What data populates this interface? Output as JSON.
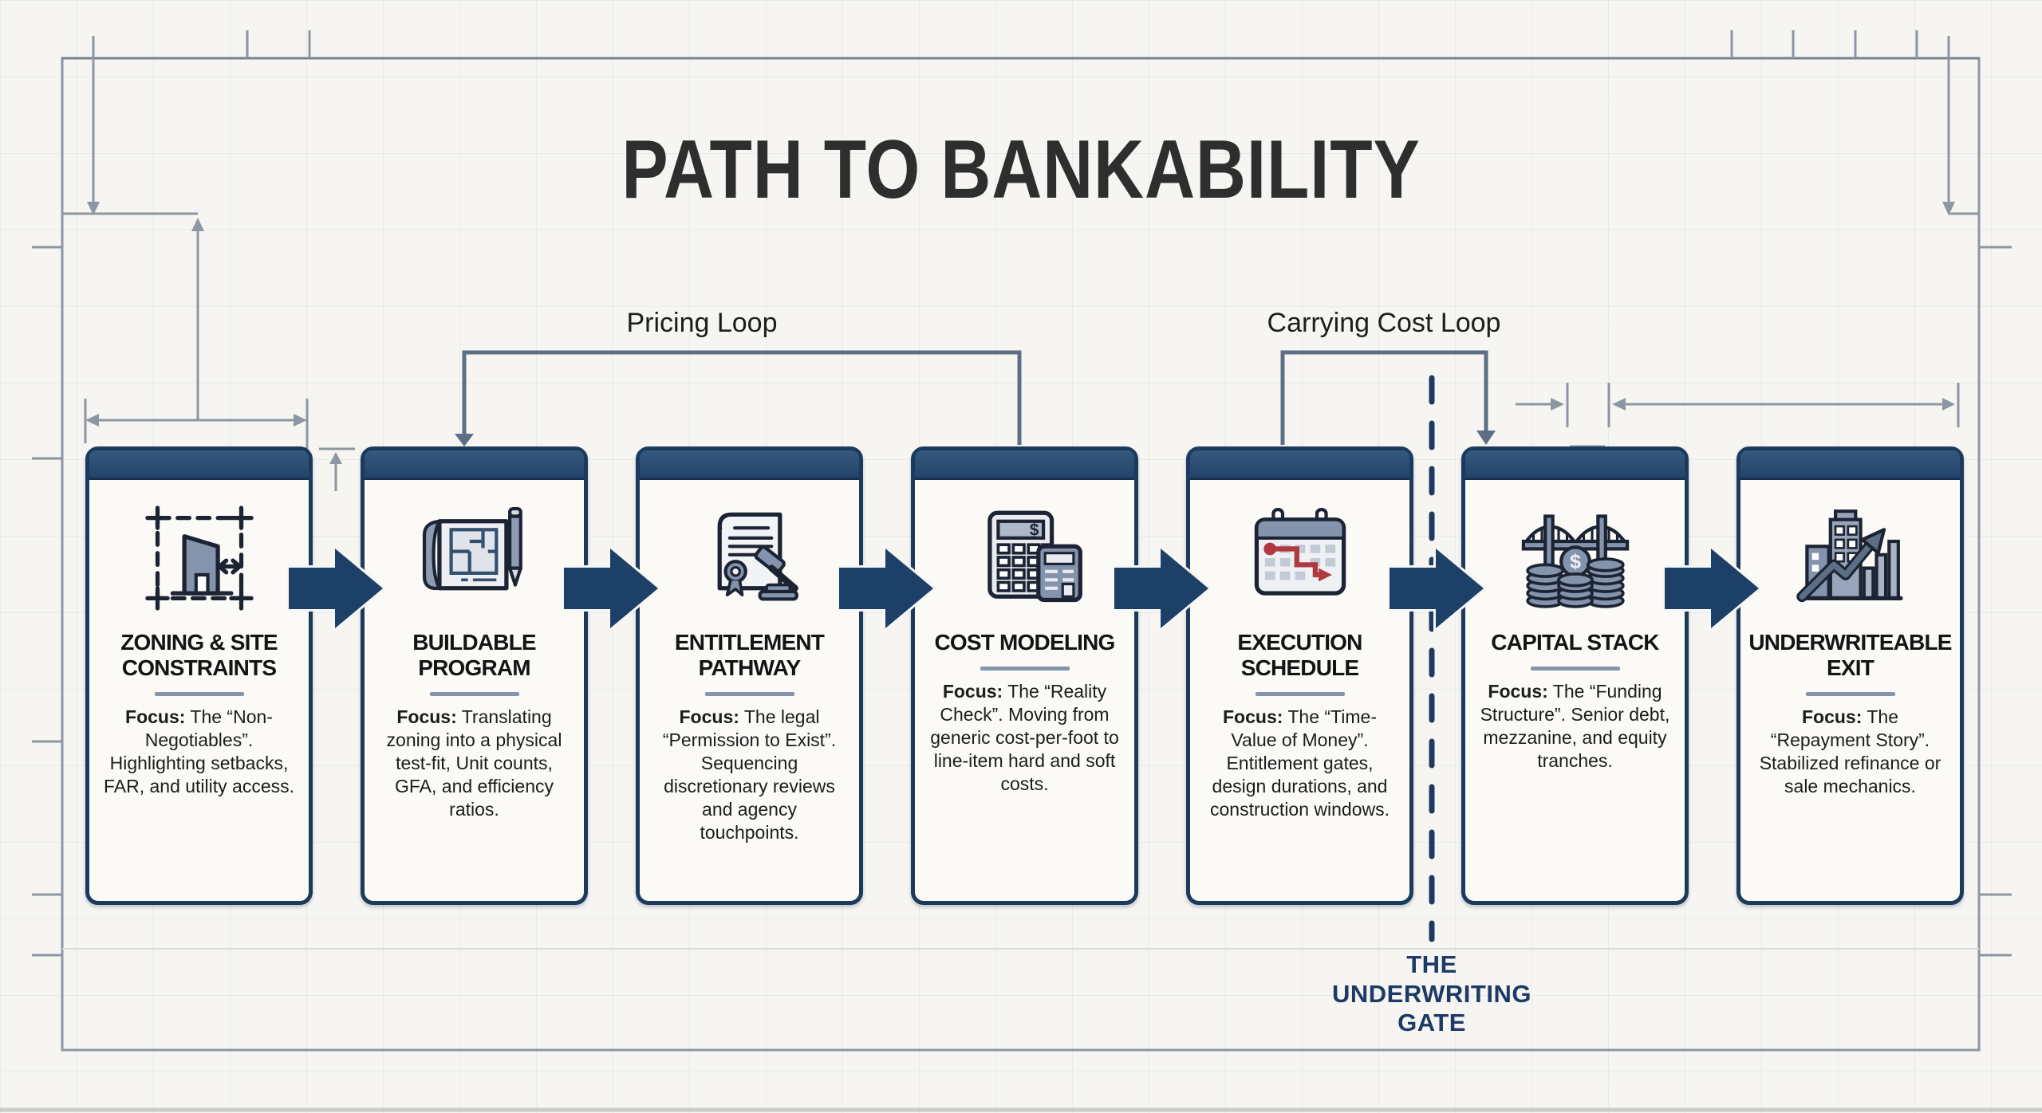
{
  "title": "PATH TO BANKABILITY",
  "loops": {
    "pricing": "Pricing Loop",
    "carrying": "Carrying Cost Loop"
  },
  "gate_label": "THE UNDERWRITING GATE",
  "colors": {
    "card_border_navy": "#1c3a5e",
    "header_navy": "#2b4d7a",
    "arrow_navy": "#1d4068",
    "loop_line_gray_blue": "#5d6f85",
    "gate_navy": "#1d3a66",
    "divider_steel": "#8494aa",
    "schedule_red": "#b0393f",
    "icon_steel_blue": "#8494ad",
    "background": "#f6f5f2"
  },
  "cards": [
    {
      "title": "ZONING & SITE CONSTRAINTS",
      "focus_label": "Focus:",
      "body": "The “Non-Negotiables”. Highlighting setbacks, FAR, and utility access.",
      "icon": "zoning-site-icon"
    },
    {
      "title": "BUILDABLE PROGRAM",
      "focus_label": "Focus:",
      "body": "Translating zoning into a physical test-fit, Unit counts, GFA, and efficiency ratios.",
      "icon": "blueprint-pencil-icon"
    },
    {
      "title": "ENTITLEMENT PATHWAY",
      "focus_label": "Focus:",
      "body": "The legal “Permission to Exist”. Sequencing discretionary reviews and agency touchpoints.",
      "icon": "document-gavel-icon"
    },
    {
      "title": "COST MODELING",
      "focus_label": "Focus:",
      "body": "The “Reality Check”. Moving from generic cost-per-foot to line-item hard and soft costs.",
      "icon": "calculator-icon"
    },
    {
      "title": "EXECUTION SCHEDULE",
      "focus_label": "Focus:",
      "body": "The “Time-Value of Money”. Entitlement gates, design durations, and construction windows.",
      "icon": "calendar-route-icon"
    },
    {
      "title": "CAPITAL STACK",
      "focus_label": "Focus:",
      "body": "The “Funding Structure”. Senior debt, mezzanine, and equity tranches.",
      "icon": "bridge-coins-icon"
    },
    {
      "title": "UNDERWRITEABLE EXIT",
      "focus_label": "Focus:",
      "body": "The “Repayment Story”. Stabilized refinance or sale mechanics.",
      "icon": "growth-buildings-icon"
    }
  ]
}
